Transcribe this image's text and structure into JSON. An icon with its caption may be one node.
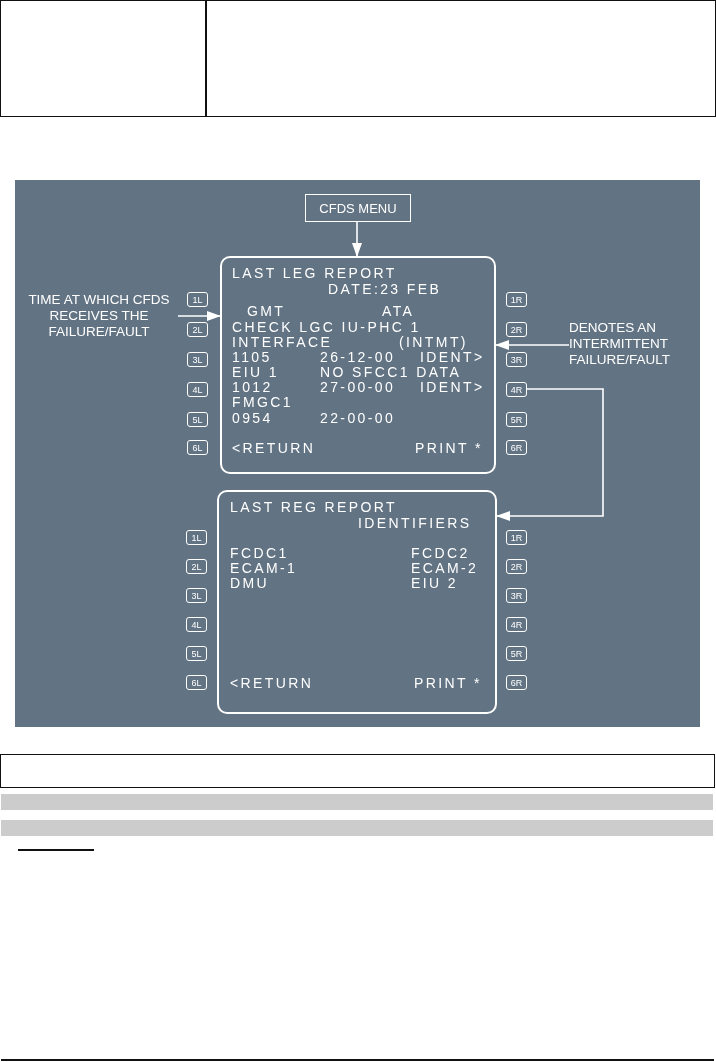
{
  "diagram": {
    "nodes": [
      {
        "text": [
          "CFDS MENU"
        ]
      },
      {
        "text": [
          "TIME AT WHICH CFDS RECEIVES THE FAILURE/FAULT"
        ]
      },
      {
        "text": [
          "LAST LEG REPORT",
          "DATE:23 FEB",
          "GMT",
          "ATA",
          "CHECK LGC IU-PHC 1",
          "INTERFACE",
          "(INTMT)",
          "1105",
          "26-12-00",
          "IDENT>",
          "EIU 1",
          "NO SFCC1 DATA",
          "1012",
          "27-00-00",
          "IDENT>",
          "FMGC1",
          "0954",
          "22-00-00",
          "<RETURN",
          "PRINT *"
        ]
      },
      {
        "text": [
          "1L"
        ]
      },
      {
        "text": [
          "2L"
        ]
      },
      {
        "text": [
          "3L"
        ]
      },
      {
        "text": [
          "4L"
        ]
      },
      {
        "text": [
          "5L"
        ]
      },
      {
        "text": [
          "6L"
        ]
      },
      {
        "text": [
          "1R"
        ]
      },
      {
        "text": [
          "2R"
        ]
      },
      {
        "text": [
          "3R"
        ]
      },
      {
        "text": [
          "4R"
        ]
      },
      {
        "text": [
          "5R"
        ]
      },
      {
        "text": [
          "6R"
        ]
      },
      {
        "text": [
          "DENOTES AN INTERMITTENT FAILURE/FAULT"
        ]
      },
      {
        "text": [
          "LAST REG REPORT",
          "IDENTIFIERS",
          "FCDC1",
          "FCDC2",
          "ECAM-1",
          "ECAM-2",
          "DMU",
          "EIU 2",
          "<RETURN",
          "PRINT *"
        ]
      },
      {
        "text": [
          "1L"
        ]
      },
      {
        "text": [
          "2L"
        ]
      },
      {
        "text": [
          "3L"
        ]
      },
      {
        "text": [
          "4L"
        ]
      },
      {
        "text": [
          "5L"
        ]
      },
      {
        "text": [
          "6L"
        ]
      },
      {
        "text": [
          "1R"
        ]
      },
      {
        "text": [
          "2R"
        ]
      },
      {
        "text": [
          "3R"
        ]
      },
      {
        "text": [
          "4R"
        ]
      },
      {
        "text": [
          "5R"
        ]
      },
      {
        "text": [
          "6R"
        ]
      },
      {
        "text": [],
        "shape": "box"
      },
      {
        "text": [],
        "shape": "bar"
      },
      {
        "text": [],
        "shape": "bar"
      }
    ],
    "edges": [
      {
        "from": 0,
        "to": 2,
        "arrow": "to"
      },
      {
        "from": 1,
        "to": 2,
        "arrow": "to"
      },
      {
        "from": 15,
        "to": 2,
        "arrow": "to"
      },
      {
        "from": 12,
        "to": 16,
        "arrow": "to"
      }
    ]
  }
}
